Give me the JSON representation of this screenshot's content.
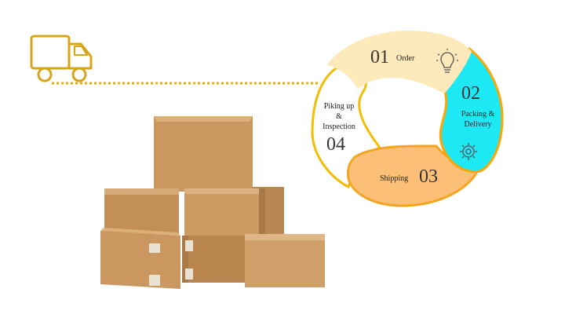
{
  "steps": [
    {
      "number": "01",
      "label": "Order",
      "color": "#fde9b9",
      "icon": "lightbulb-icon"
    },
    {
      "number": "02",
      "label_line1": "Packing &",
      "label_line2": "Delivery",
      "color": "#1de9f5",
      "icon": "gear-icon"
    },
    {
      "number": "03",
      "label": "Shipping",
      "color": "#fcbf78"
    },
    {
      "number": "04",
      "label_line1": "Piking up",
      "label_line2": "&",
      "label_line3": "Inspection",
      "color": "#ffffff"
    }
  ],
  "colors": {
    "accent_gold": "#d8a516",
    "connector": "#e4b000",
    "carton": "#c9975f",
    "carton_dark": "#a97a48",
    "carton_light": "#dcb07a",
    "tape": "#e9e1d2"
  },
  "icons": [
    "truck-icon",
    "lightbulb-icon",
    "gear-icon"
  ]
}
